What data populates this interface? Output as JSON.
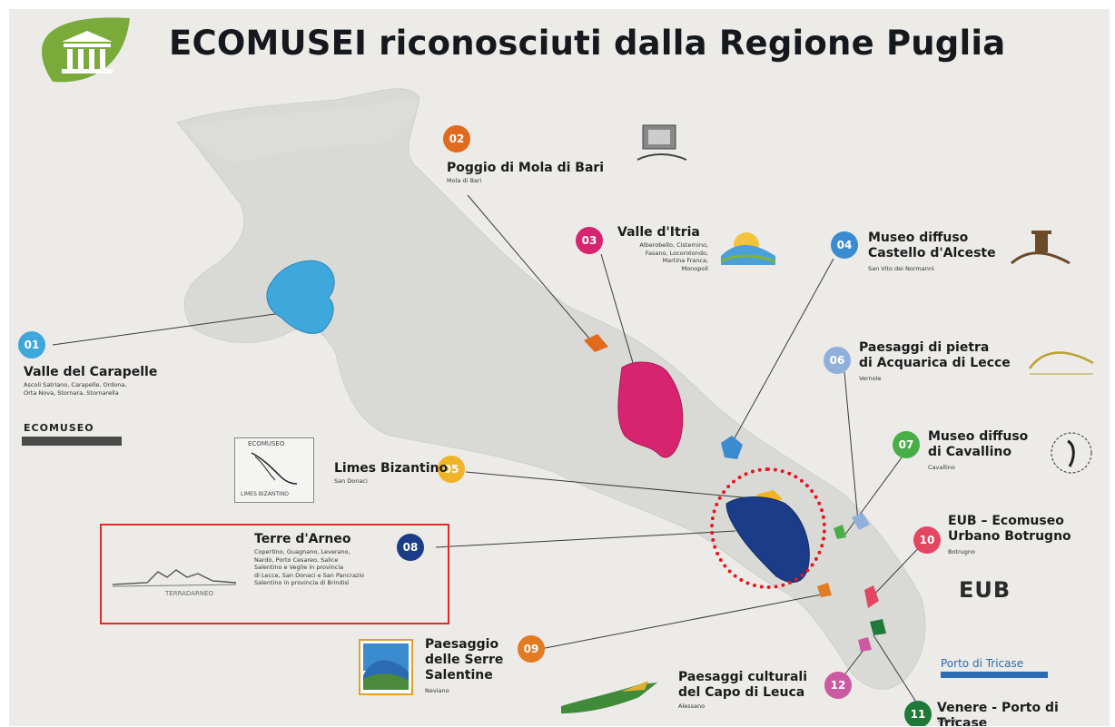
{
  "title": "ECOMUSEI riconosciuti dalla Regione Puglia",
  "colors": {
    "background": "#ecebe8",
    "map_region": "#d9d9d6",
    "leaf_green": "#7aaa3a",
    "highlight": "#e22a2a"
  },
  "icons": {
    "header_logo": "museum-leaf-icon"
  },
  "ecomuseums": [
    {
      "num": "01",
      "name": "Valle del Carapelle",
      "places": "Ascoli Satriano, Carapelle, Ordona,\nOrta Nova, Stornara, Stornarella",
      "color": "#3ea8dc"
    },
    {
      "num": "02",
      "name": "Poggio di Mola di Bari",
      "places": "Mola di Bari",
      "color": "#e06a1e"
    },
    {
      "num": "03",
      "name": "Valle d'Itria",
      "places": "Alberobello, Cisternino,\nFasano, Locorotondo,\nMartina Franca,\nMonopoli",
      "color": "#d6246e"
    },
    {
      "num": "04",
      "name": "Museo diffuso\nCastello d'Alceste",
      "places": "San Vito dei Normanni",
      "color": "#3a8bd0"
    },
    {
      "num": "05",
      "name": "Limes Bizantino",
      "places": "San Donaci",
      "color": "#f0b428"
    },
    {
      "num": "06",
      "name": "Paesaggi di pietra\ndi Acquarica di Lecce",
      "places": "Vernole",
      "color": "#8fb0da"
    },
    {
      "num": "07",
      "name": "Museo diffuso\ndi Cavallino",
      "places": "Cavallino",
      "color": "#4aae48"
    },
    {
      "num": "08",
      "name": "Terre d'Arneo",
      "places": "Copertino, Guagnano, Leverano,\nNardò, Porto Cesareo, Salice\nSalentino e Veglie in provincia\ndi Lecce, San Donaci e San Pancrazio\nSalentino in provincia di Brindisi",
      "color": "#1b3c88"
    },
    {
      "num": "09",
      "name": "Paesaggio\ndelle Serre\nSalentine",
      "places": "Neviano",
      "color": "#e37b22"
    },
    {
      "num": "10",
      "name": "EUB – Ecomuseo\nUrbano Botrugno",
      "places": "Botrugno",
      "color": "#e24660"
    },
    {
      "num": "11",
      "name": "Venere - Porto di Tricase",
      "places": "Tricase",
      "color": "#1f7a3a"
    },
    {
      "num": "12",
      "name": "Paesaggi culturali\ndel Capo di Leuca",
      "places": "Alessano",
      "color": "#cc5aa2"
    }
  ],
  "logos": {
    "carapelle": "ECOMUSEO",
    "limes_top": "ECOMUSEO",
    "limes_bottom": "LIMES BIZANTINO",
    "arneo": "TERRADARNEO",
    "eub": "EUB",
    "tricase": "Porto di Tricase"
  }
}
